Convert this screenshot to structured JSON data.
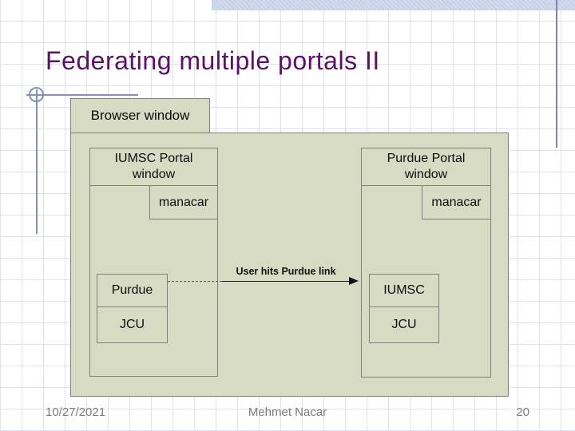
{
  "slide": {
    "title": "Federating multiple portals II",
    "footer": {
      "date": "10/27/2021",
      "author": "Mehmet Nacar",
      "page_number": "20"
    }
  },
  "diagram": {
    "browser_label": "Browser window",
    "left_portal": {
      "title": "IUMSC Portal window",
      "manacar_label": "manacar",
      "boxes": [
        "Purdue",
        "JCU"
      ]
    },
    "right_portal": {
      "title": "Purdue Portal window",
      "manacar_label": "manacar",
      "boxes": [
        "IUMSC",
        "JCU"
      ]
    },
    "arrow_label": "User hits Purdue link"
  },
  "colors": {
    "title_text": "#5b1164",
    "box_fill": "#d8dbc4",
    "box_border": "#7f7f7f",
    "top_band": "#ccd6ea",
    "template_line": "#8291b8",
    "footer_text": "#7b7b7b",
    "grid_line": "#dde3ed"
  }
}
